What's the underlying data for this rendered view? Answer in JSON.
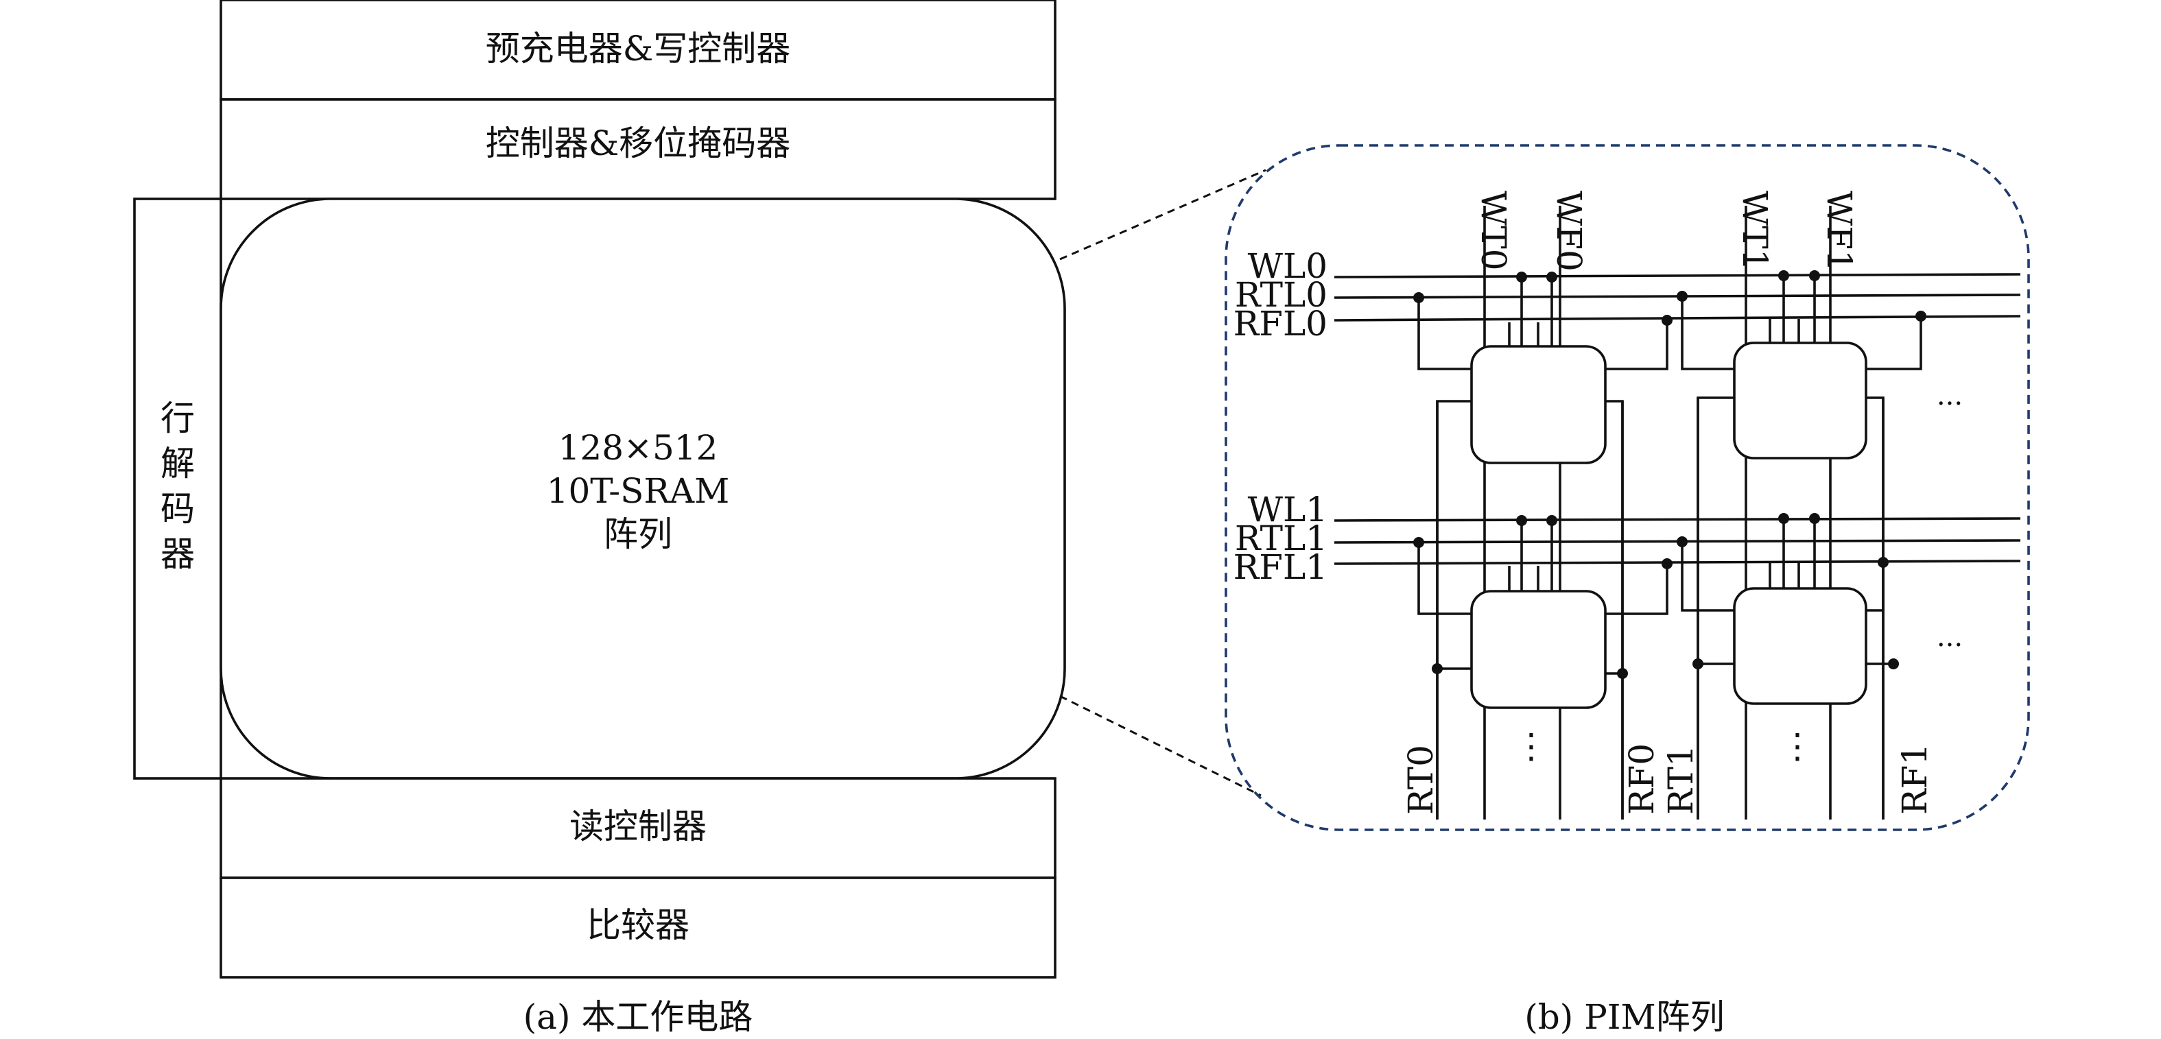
{
  "left_circuit": {
    "top_blocks": [
      "预充电器&写控制器",
      "控制器&移位掩码器"
    ],
    "row_decoder_chars": [
      "行",
      "解",
      "码",
      "器"
    ],
    "array_lines": [
      "128×512",
      "10T-SRAM",
      "阵列"
    ],
    "bottom_blocks": [
      "读控制器",
      "比较器"
    ],
    "caption": "(a) 本工作电路"
  },
  "pim_array": {
    "word_lines": [
      [
        "WL0",
        "RTL0",
        "RFL0"
      ],
      [
        "WL1",
        "RTL1",
        "RFL1"
      ]
    ],
    "top_bit_lines": [
      "WT0",
      "WF0",
      "WT1",
      "WF1"
    ],
    "bottom_bit_lines": [
      "RT0",
      "RF0",
      "RT1",
      "RF1"
    ],
    "ellipsis_horizontal": "...",
    "ellipsis_vertical": "⋮",
    "caption": "(b) PIM阵列",
    "border_color": "#1f3a6b"
  }
}
